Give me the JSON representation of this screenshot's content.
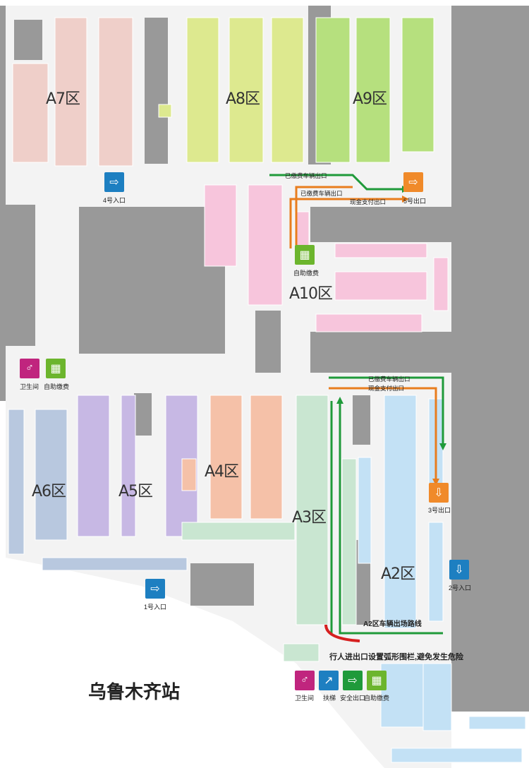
{
  "zones": {
    "a7": "A7区",
    "a8": "A8区",
    "a9": "A9区",
    "a10": "A10区",
    "a6": "A6区",
    "a5": "A5区",
    "a4": "A4区",
    "a3": "A3区",
    "a2": "A2区"
  },
  "entrances": {
    "e4": "4号入口",
    "e1": "1号入口",
    "e2": "2号入口"
  },
  "exits": {
    "x5": "5号出口",
    "x3": "3号出口"
  },
  "routes": {
    "paid_exit_top": "已缴费车辆出口",
    "paid_exit_top2": "已缴费车辆出口",
    "cash_exit_top": "现金支付出口",
    "paid_exit_mid": "已缴费车辆出口",
    "cash_exit_mid": "现金支付出口",
    "a2_exit_route": "A2区车辆出场路线"
  },
  "facilities": {
    "self_pay_a10": "自助缴费",
    "toilet_left": "卫生间",
    "self_pay_left": "自助缴费",
    "toilet_bottom": "卫生间",
    "escalator": "扶梯",
    "safety_exit": "安全出口",
    "self_pay_bottom": "自助缴费"
  },
  "notice": "行人进出口设置弧形围栏,避免发生危险",
  "station": "乌鲁木齐站",
  "colors": {
    "a7": "#efcfc9",
    "a8": "#dde98f",
    "a9": "#b6e07e",
    "a10": "#f7c5dc",
    "a6": "#b8c8df",
    "a5": "#c7b8e4",
    "a4": "#f5c1a8",
    "a3": "#c9e6d1",
    "a2": "#c3e1f5",
    "wall": "#9a9a9a",
    "floor": "#f2f2f2",
    "route_green": "#1f9a3a",
    "route_orange": "#e87d1e",
    "route_red": "#d62020",
    "entry_blue": "#1d7fc1",
    "exit_orange": "#f08a2a",
    "pay_green": "#6cb52d",
    "toilet_magenta": "#c0257e"
  },
  "icons": {
    "entrance": "entrance-arrow-icon",
    "exit": "exit-arrow-icon",
    "pay": "self-pay-icon",
    "toilet": "toilet-icon",
    "escalator": "escalator-icon",
    "safety_exit": "safety-exit-icon"
  }
}
